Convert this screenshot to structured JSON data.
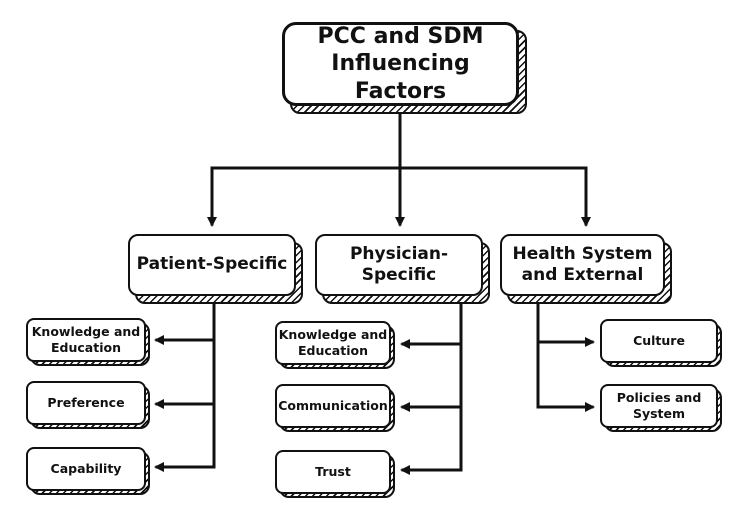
{
  "root": {
    "label": "PCC and SDM\nInfluencing Factors"
  },
  "categories": [
    {
      "label": "Patient-Specific",
      "items": [
        "Knowledge and\nEducation",
        "Preference",
        "Capability"
      ]
    },
    {
      "label": "Physician-Specific",
      "items": [
        "Knowledge and\nEducation",
        "Communication",
        "Trust"
      ]
    },
    {
      "label": "Health System\nand External",
      "items": [
        "Culture",
        "Policies and\nSystem"
      ]
    }
  ],
  "colors": {
    "stroke": "#111111",
    "background": "#ffffff"
  }
}
